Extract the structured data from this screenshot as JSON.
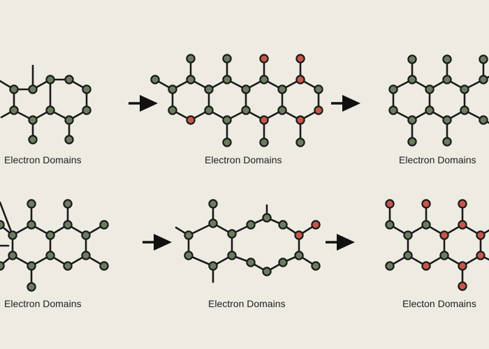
{
  "colors": {
    "background": "#eeebe3",
    "bond": "#1a1a1a",
    "atom_green": "#6b7d5f",
    "atom_red": "#c6574a",
    "arrow": "#111111"
  },
  "panels": [
    {
      "id": "p1",
      "label": "Electron Domains"
    },
    {
      "id": "p2",
      "label": "Electron Domains"
    },
    {
      "id": "p3",
      "label": "Electron Domains"
    },
    {
      "id": "p4",
      "label": "Electron Domains"
    },
    {
      "id": "p5",
      "label": "Electron Domains"
    },
    {
      "id": "p6",
      "label": "Electon Domains"
    }
  ],
  "arrows": [
    {
      "id": "arrow-1",
      "direction": "right"
    },
    {
      "id": "arrow-2",
      "direction": "right"
    },
    {
      "id": "arrow-3",
      "direction": "right"
    },
    {
      "id": "arrow-4",
      "direction": "right"
    }
  ]
}
